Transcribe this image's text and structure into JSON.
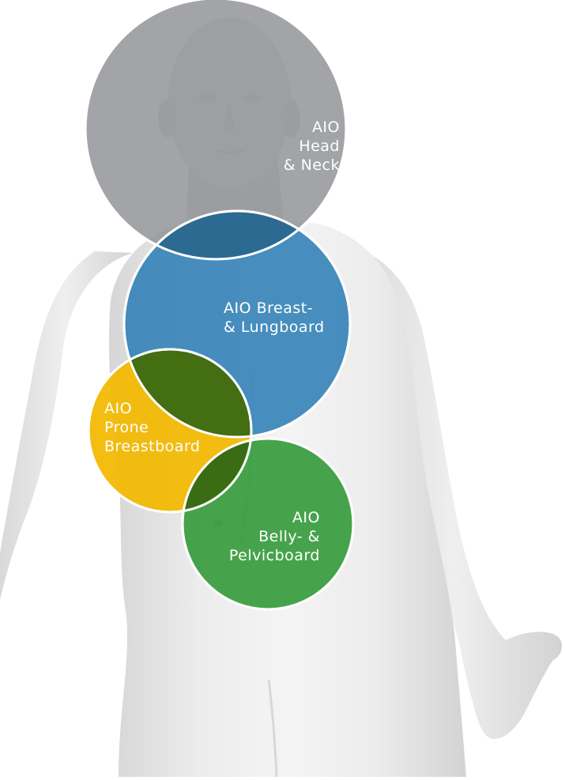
{
  "zones": {
    "head_neck": {
      "lines": [
        "AIO",
        "Head",
        "& Neck"
      ],
      "color": "#8f9094"
    },
    "breast_lung": {
      "lines": [
        "AIO Breast-",
        "& Lungboard"
      ],
      "color": "#2f7fb6"
    },
    "prone_breast": {
      "lines": [
        "AIO",
        "Prone",
        "Breastboard"
      ],
      "color": "#f2b800"
    },
    "belly_pelvic": {
      "lines": [
        "AIO",
        "Belly- &",
        "Pelvicboard"
      ],
      "color": "#339a3a"
    }
  },
  "figure": {
    "icon": "human-body-figure",
    "skin_color": "#e7e7e7"
  }
}
